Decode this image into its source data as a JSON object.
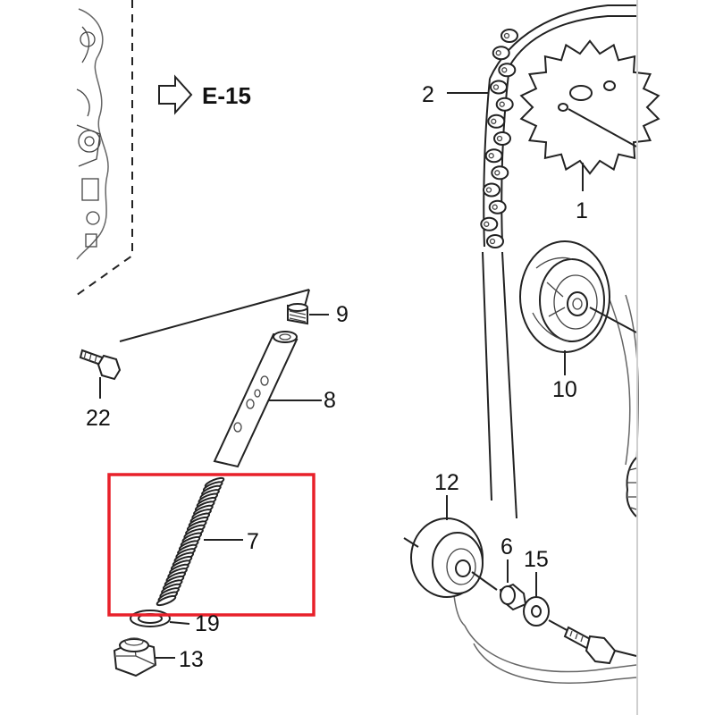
{
  "reference": {
    "text": "E-15"
  },
  "callouts": [
    {
      "id": "c2",
      "text": "2"
    },
    {
      "id": "c1",
      "text": "1"
    },
    {
      "id": "c9",
      "text": "9"
    },
    {
      "id": "c8",
      "text": "8"
    },
    {
      "id": "c22",
      "text": "22"
    },
    {
      "id": "c10",
      "text": "10"
    },
    {
      "id": "c12",
      "text": "12"
    },
    {
      "id": "c7",
      "text": "7"
    },
    {
      "id": "c6",
      "text": "6"
    },
    {
      "id": "c15",
      "text": "15"
    },
    {
      "id": "c19",
      "text": "19"
    },
    {
      "id": "c13",
      "text": "13"
    }
  ],
  "colors": {
    "highlight": "#e8202a",
    "line": "#222222"
  },
  "icons": {
    "reference_arrow": "outline-arrow-right-icon"
  }
}
